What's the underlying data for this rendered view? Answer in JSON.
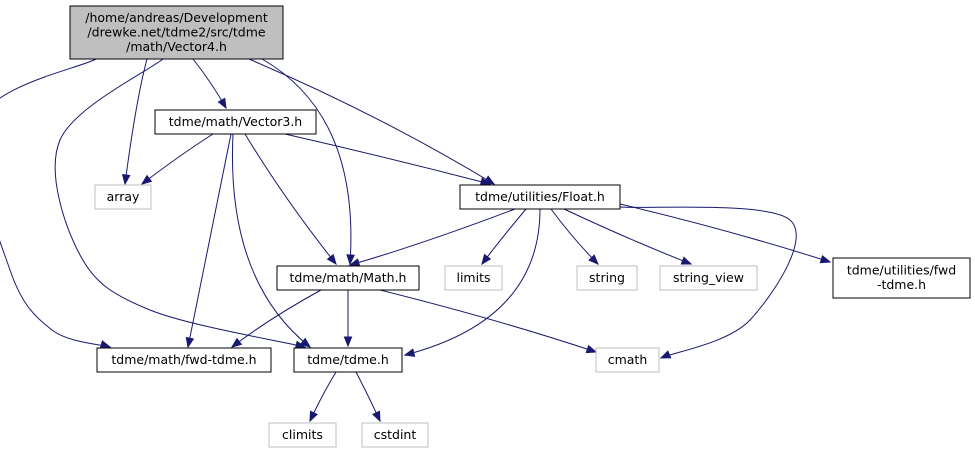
{
  "graph": {
    "kind": "include-dependency-graph",
    "colors": {
      "edge": "#191970",
      "root_fill": "#bfbfbf",
      "node_border": "#000000",
      "system_border": "#bfbfbf",
      "background": "#ffffff"
    },
    "nodes": [
      {
        "id": "vector4",
        "label": [
          "/home/andreas/Development",
          "/drewke.net/tdme2/src/tdme",
          "/math/Vector4.h"
        ],
        "style": "root"
      },
      {
        "id": "vector3",
        "label": [
          "tdme/math/Vector3.h"
        ],
        "style": "project"
      },
      {
        "id": "array",
        "label": [
          "array"
        ],
        "style": "system"
      },
      {
        "id": "float",
        "label": [
          "tdme/utilities/Float.h"
        ],
        "style": "project"
      },
      {
        "id": "math",
        "label": [
          "tdme/math/Math.h"
        ],
        "style": "project"
      },
      {
        "id": "limits",
        "label": [
          "limits"
        ],
        "style": "system"
      },
      {
        "id": "string",
        "label": [
          "string"
        ],
        "style": "system"
      },
      {
        "id": "string_view",
        "label": [
          "string_view"
        ],
        "style": "system"
      },
      {
        "id": "utilfwd",
        "label": [
          "tdme/utilities/fwd",
          "-tdme.h"
        ],
        "style": "project"
      },
      {
        "id": "mathfwd",
        "label": [
          "tdme/math/fwd-tdme.h"
        ],
        "style": "project"
      },
      {
        "id": "tdme",
        "label": [
          "tdme/tdme.h"
        ],
        "style": "project"
      },
      {
        "id": "cmath",
        "label": [
          "cmath"
        ],
        "style": "system"
      },
      {
        "id": "climits",
        "label": [
          "climits"
        ],
        "style": "system"
      },
      {
        "id": "cstdint",
        "label": [
          "cstdint"
        ],
        "style": "system"
      }
    ],
    "edges": [
      {
        "from": "vector4",
        "to": "vector3"
      },
      {
        "from": "vector4",
        "to": "array"
      },
      {
        "from": "vector4",
        "to": "float"
      },
      {
        "from": "vector4",
        "to": "math"
      },
      {
        "from": "vector4",
        "to": "mathfwd"
      },
      {
        "from": "vector4",
        "to": "tdme"
      },
      {
        "from": "vector3",
        "to": "array"
      },
      {
        "from": "vector3",
        "to": "float"
      },
      {
        "from": "vector3",
        "to": "math"
      },
      {
        "from": "vector3",
        "to": "mathfwd"
      },
      {
        "from": "vector3",
        "to": "tdme"
      },
      {
        "from": "float",
        "to": "math"
      },
      {
        "from": "float",
        "to": "limits"
      },
      {
        "from": "float",
        "to": "string"
      },
      {
        "from": "float",
        "to": "string_view"
      },
      {
        "from": "float",
        "to": "utilfwd"
      },
      {
        "from": "float",
        "to": "tdme"
      },
      {
        "from": "float",
        "to": "cmath"
      },
      {
        "from": "math",
        "to": "mathfwd"
      },
      {
        "from": "math",
        "to": "tdme"
      },
      {
        "from": "math",
        "to": "cmath"
      },
      {
        "from": "tdme",
        "to": "climits"
      },
      {
        "from": "tdme",
        "to": "cstdint"
      }
    ]
  }
}
